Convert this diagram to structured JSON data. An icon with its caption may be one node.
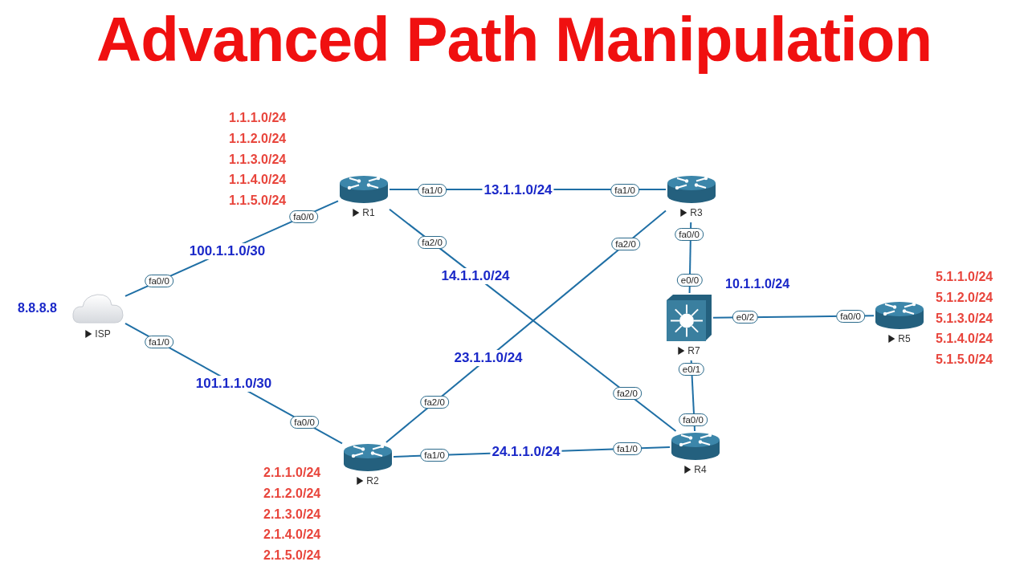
{
  "diagram": {
    "title": "Advanced Path Manipulation",
    "nodes": [
      {
        "text": [
          "ISP"
        ],
        "beside": [
          "8.8.8.8"
        ]
      },
      {
        "text": [
          "R1"
        ],
        "beside": [
          "1.1.1.0/24",
          "1.1.2.0/24",
          "1.1.3.0/24",
          "1.1.4.0/24",
          "1.1.5.0/24"
        ]
      },
      {
        "text": [
          "R3"
        ]
      },
      {
        "text": [
          "R7"
        ],
        "beside": [
          "10.1.1.0/24"
        ]
      },
      {
        "text": [
          "R5"
        ],
        "beside": [
          "5.1.1.0/24",
          "5.1.2.0/24",
          "5.1.3.0/24",
          "5.1.4.0/24",
          "5.1.5.0/24"
        ]
      },
      {
        "text": [
          "R2"
        ],
        "beside": [
          "2.1.1.0/24",
          "2.1.2.0/24",
          "2.1.3.0/24",
          "2.1.4.0/24",
          "2.1.5.0/24"
        ]
      },
      {
        "text": [
          "R4"
        ]
      }
    ],
    "edges": [
      {
        "from": 0,
        "to": 1,
        "arrow": "none",
        "label": "100.1.1.0/30"
      },
      {
        "from": 0,
        "to": 5,
        "arrow": "none",
        "label": "101.1.1.0/30"
      },
      {
        "from": 1,
        "to": 2,
        "arrow": "none",
        "label": "13.1.1.0/24"
      },
      {
        "from": 1,
        "to": 6,
        "arrow": "none",
        "label": "14.1.1.0/24"
      },
      {
        "from": 5,
        "to": 2,
        "arrow": "none",
        "label": "23.1.1.0/24"
      },
      {
        "from": 5,
        "to": 6,
        "arrow": "none",
        "label": "24.1.1.0/24"
      },
      {
        "from": 2,
        "to": 3,
        "arrow": "none"
      },
      {
        "from": 3,
        "to": 6,
        "arrow": "none"
      },
      {
        "from": 3,
        "to": 4,
        "arrow": "none"
      }
    ],
    "labels": [
      "fa1/0",
      "fa1/0",
      "fa0/0",
      "fa0/0",
      "fa0/0",
      "fa2/0",
      "e0/0",
      "fa1/0",
      "fa2/0",
      "e0/2",
      "fa0/0",
      "e0/1",
      "fa2/0",
      "fa2/0",
      "fa0/0",
      "fa0/0",
      "fa1/0",
      "fa1/0"
    ]
  }
}
